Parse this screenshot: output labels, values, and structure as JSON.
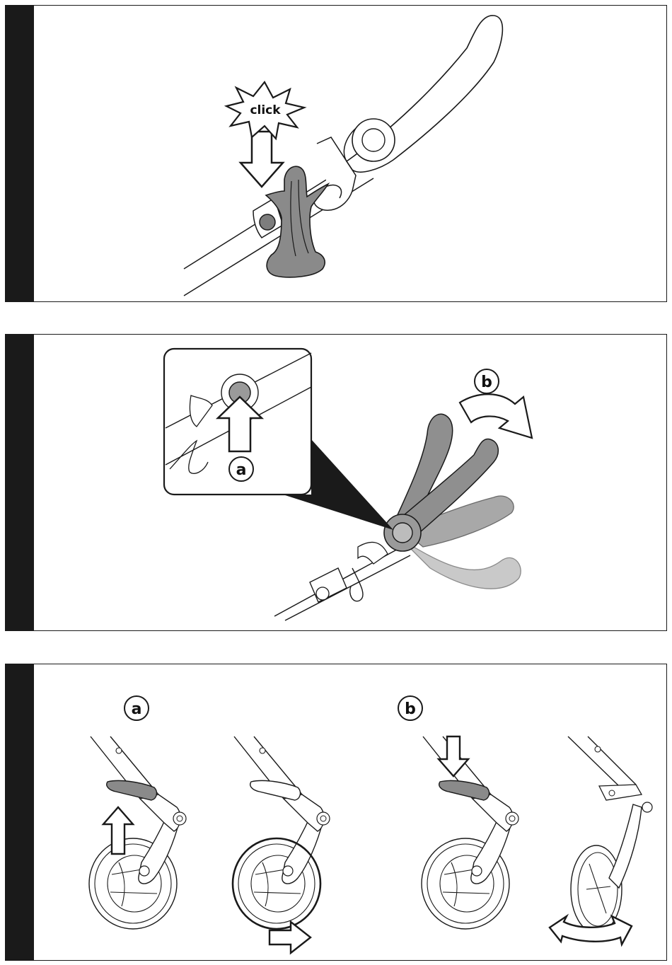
{
  "panels": [
    {
      "id": "step-1",
      "burst_text": "click"
    },
    {
      "id": "step-2",
      "callouts": [
        "a",
        "b"
      ]
    },
    {
      "id": "step-3",
      "callouts": [
        "a",
        "b"
      ]
    }
  ],
  "colors": {
    "tab": "#1a1a1a",
    "line": "#1a1a1a",
    "grey_dark": "#7d7d7d",
    "grey_mid": "#9a9a9a",
    "grey_light": "#bcbcbc"
  }
}
